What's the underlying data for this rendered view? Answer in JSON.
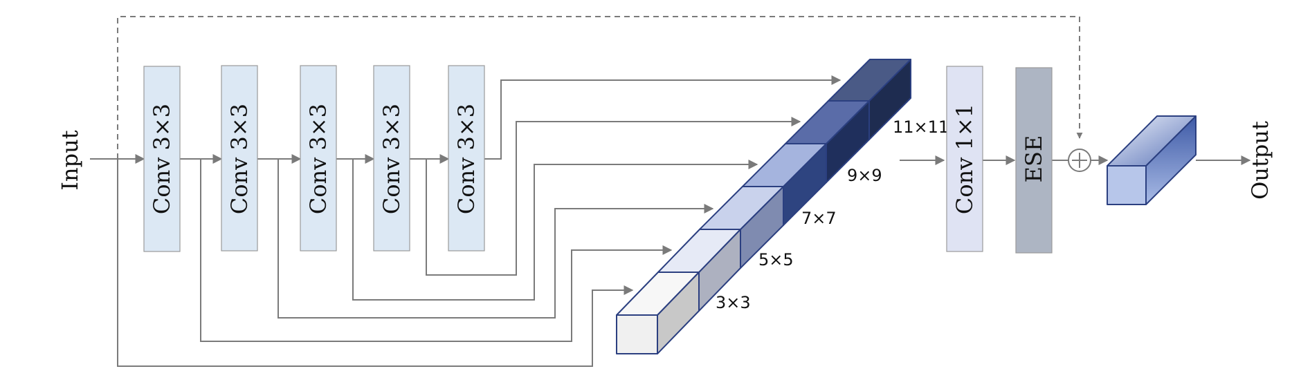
{
  "input_label": "Input",
  "output_label": "Output",
  "conv_blocks": [
    {
      "label": "Conv 3×3"
    },
    {
      "label": "Conv 3×3"
    },
    {
      "label": "Conv 3×3"
    },
    {
      "label": "Conv 3×3"
    },
    {
      "label": "Conv 3×3"
    }
  ],
  "conv1x1_label": "Conv 1×1",
  "ese_label": "ESE",
  "receptive_fields": [
    {
      "label": "3×3",
      "front": "#f0f0f0",
      "top": "#f7f7f7",
      "side": "#c8c8c8"
    },
    {
      "label": "5×5",
      "front": "#e4e8f4",
      "top": "#e6eaf6",
      "side": "#adb1c0"
    },
    {
      "label": "7×7",
      "front": "#c6d0ea",
      "top": "#c9d2ec",
      "side": "#7f8bb0"
    },
    {
      "label": "9×9",
      "front": "#9fb0dc",
      "top": "#a5b4de",
      "side": "#2e4480"
    },
    {
      "label": "11×11",
      "front": "#5c6ea8",
      "top": "#5a6ca8",
      "side": "#1f2f5c"
    },
    {
      "label": "",
      "front": "#4a5a86",
      "top": "#4a5a86",
      "side": "#1e2c50"
    }
  ],
  "colors": {
    "conv3x3_fill": "#dce8f4",
    "conv1x1_fill": "#dfe3f3",
    "ese_fill": "#adb5c3",
    "box_stroke": "#9a9a9a",
    "arrow": "#7a7a7a",
    "cube_stroke": "#2b3f80",
    "output_front": "#b7c6ea",
    "output_top": "#6e86c4",
    "output_side": "#5b74b8"
  },
  "icons": {
    "add": "circle-plus-icon",
    "arrow": "arrowhead-icon"
  }
}
